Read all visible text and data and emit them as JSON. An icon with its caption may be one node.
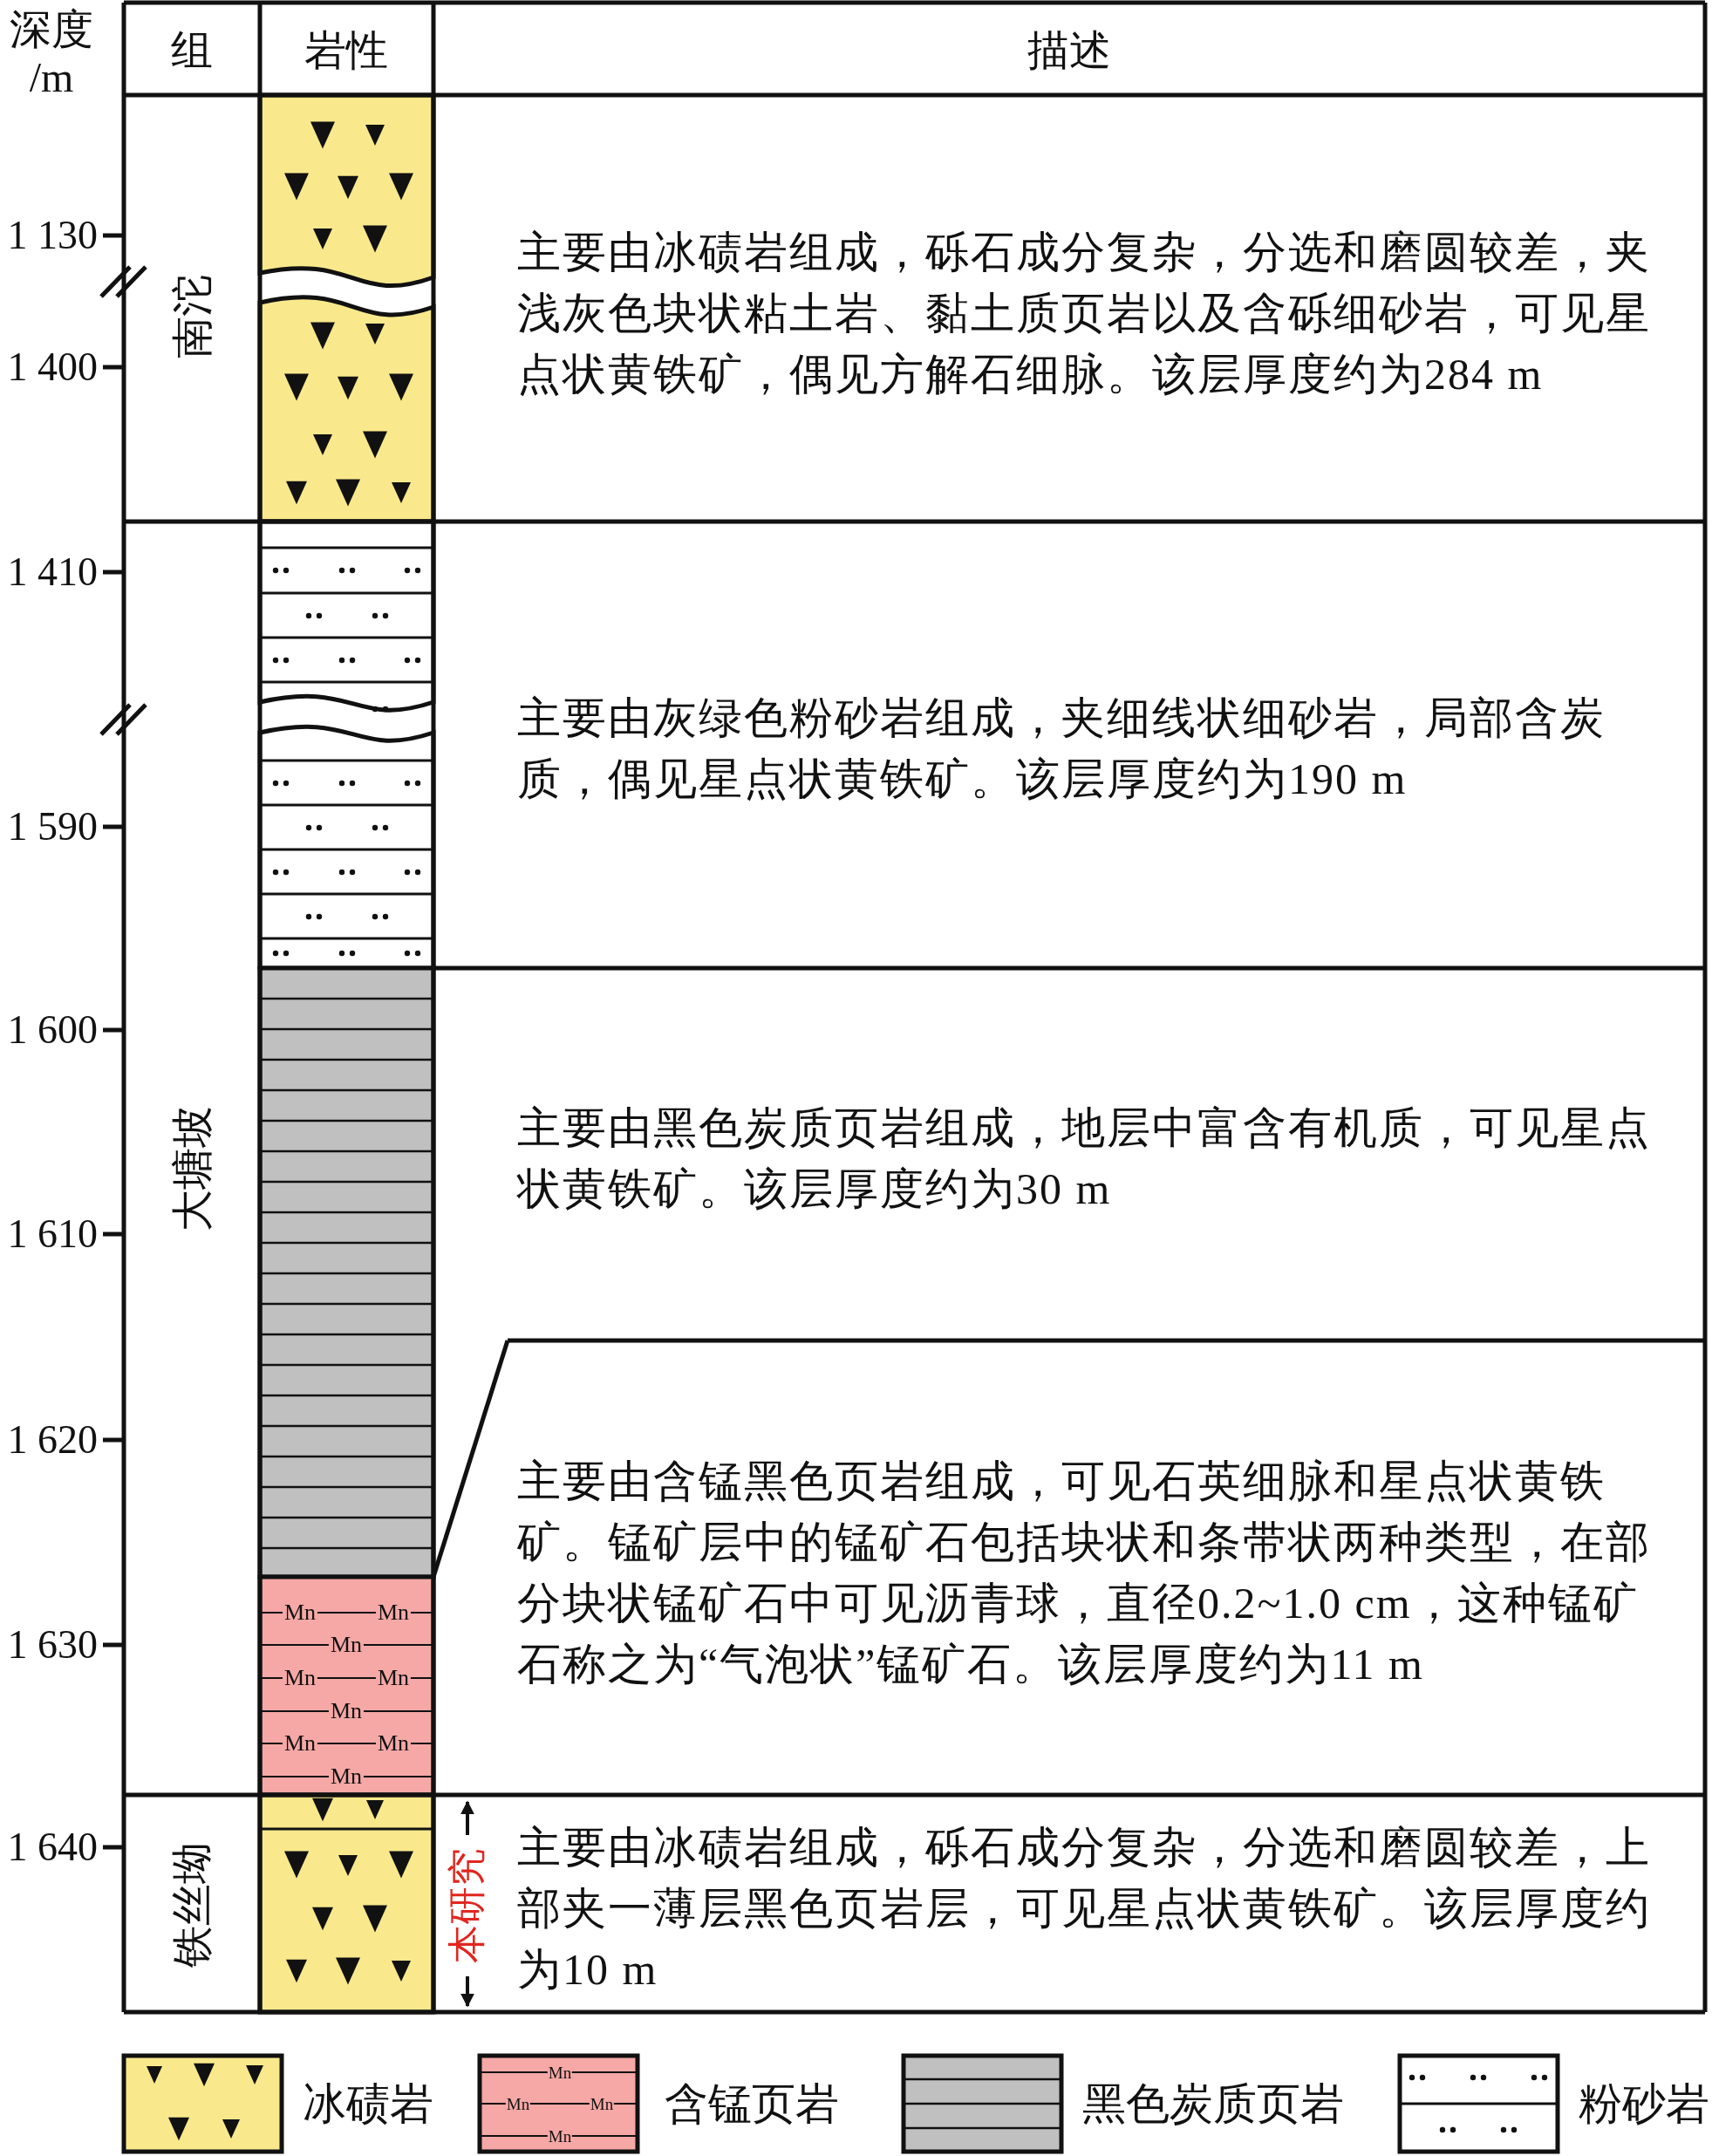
{
  "diagram": {
    "labels": [
      "深度 /m",
      "组",
      "岩性",
      "描述",
      "1 130",
      "1 400",
      "1 410",
      "1 590",
      "1 600",
      "1 610",
      "1 620",
      "1 630",
      "1 640",
      "南沱",
      "大塘坡",
      "铁丝坳",
      "主要由冰碛岩组成，砾石成分复杂，分选和磨圆较差，夹浅灰色块状粘土岩、黏土质页岩以及含砾细砂岩，可见星点状黄铁矿，偶见方解石细脉。该层厚度约为284 m",
      "主要由灰绿色粉砂岩组成，夹细线状细砂岩，局部含炭质，偶见星点状黄铁矿。该层厚度约为190 m",
      "主要由黑色炭质页岩组成，地层中富含有机质，可见星点状黄铁矿。该层厚度约为30 m",
      "主要由含锰黑色页岩组成，可见石英细脉和星点状黄铁矿。锰矿层中的锰矿石包括块状和条带状两种类型，在部分块状锰矿石中可见沥青球，直径0.2~1.0 cm，这种锰矿石称之为“气泡状”锰矿石。该层厚度约为11 m",
      "本研究",
      "主要由冰碛岩组成，砾石成分复杂，分选和磨圆较差，上部夹一薄层黑色页岩层，可见星点状黄铁矿。该层厚度约为10 m",
      "Mn",
      "Mn",
      "Mn",
      "Mn",
      "Mn",
      "Mn",
      "Mn",
      "Mn",
      "Mn",
      "Mn",
      "Mn",
      "Mn",
      "Mn"
    ],
    "legend": [
      {
        "text": "冰碛岩",
        "color": "#f9e98c"
      },
      {
        "text": "含锰页岩",
        "color": "#f5a8a6"
      },
      {
        "text": "黑色炭质页岩",
        "color": "#c0c0c0"
      },
      {
        "text": "粉砂岩"
      }
    ]
  }
}
